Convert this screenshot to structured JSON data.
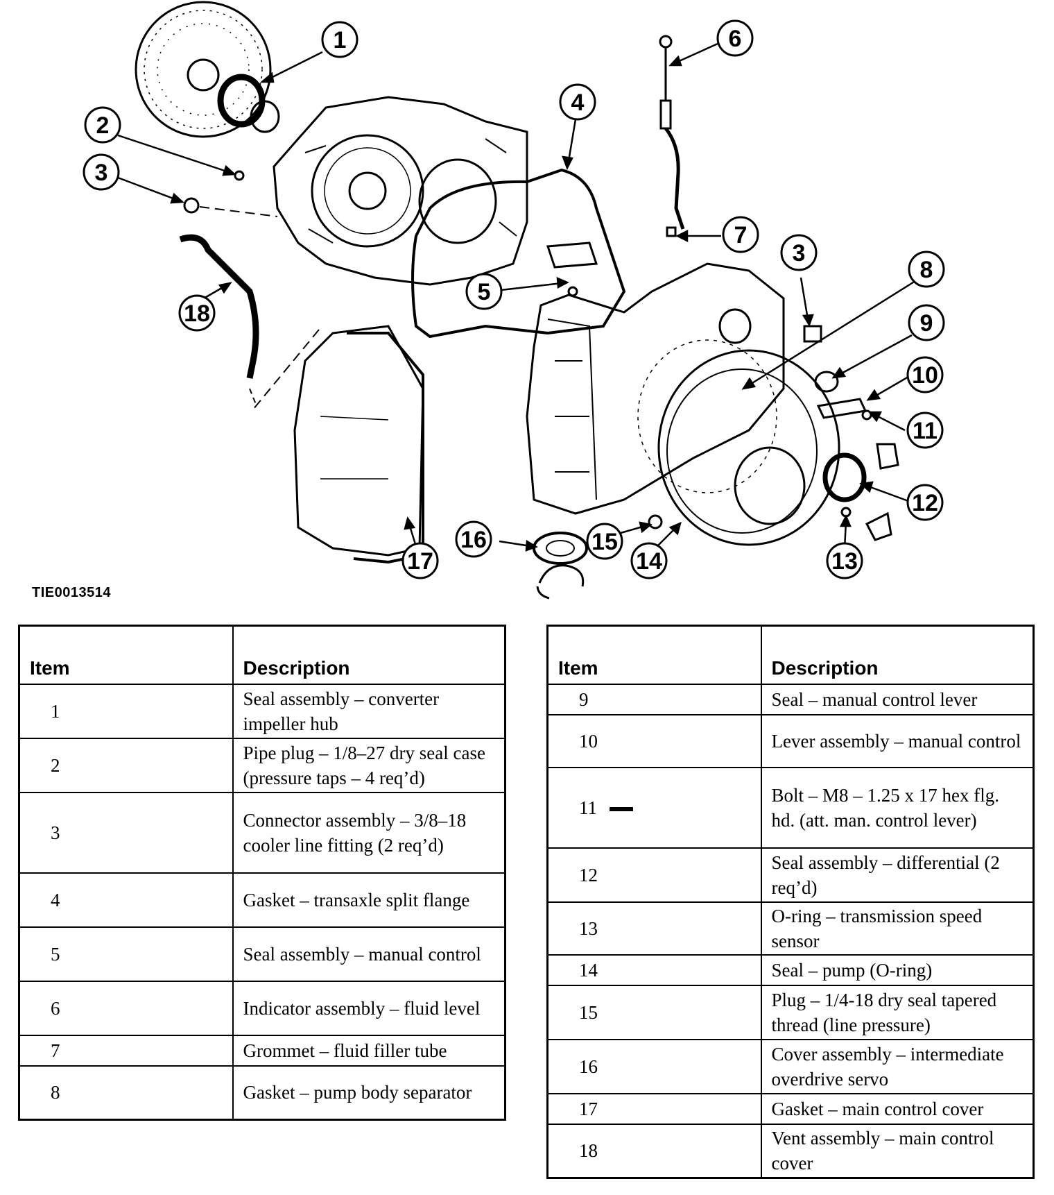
{
  "figure_id": "TIE0013514",
  "callouts": [
    {
      "n": "1"
    },
    {
      "n": "2"
    },
    {
      "n": "3"
    },
    {
      "n": "4"
    },
    {
      "n": "5"
    },
    {
      "n": "6"
    },
    {
      "n": "7"
    },
    {
      "n": "3"
    },
    {
      "n": "8"
    },
    {
      "n": "9"
    },
    {
      "n": "10"
    },
    {
      "n": "11"
    },
    {
      "n": "12"
    },
    {
      "n": "13"
    },
    {
      "n": "14"
    },
    {
      "n": "15"
    },
    {
      "n": "16"
    },
    {
      "n": "17"
    },
    {
      "n": "18"
    }
  ],
  "tables": {
    "header_item": "Item",
    "header_description": "Description",
    "left_rows": [
      {
        "item": "1",
        "description": "Seal assembly – converter impeller hub"
      },
      {
        "item": "2",
        "description": "Pipe plug – 1/8–27 dry seal case (pressure taps – 4 req’d)"
      },
      {
        "item": "3",
        "description": "Connector assembly – 3/8–18 cooler line fitting (2 req’d)"
      },
      {
        "item": "4",
        "description": "Gasket – transaxle split flange"
      },
      {
        "item": "5",
        "description": "Seal assembly – manual control"
      },
      {
        "item": "6",
        "description": "Indicator assembly – fluid level"
      },
      {
        "item": "7",
        "description": "Grommet – fluid filler tube"
      },
      {
        "item": "8",
        "description": "Gasket – pump body separator"
      }
    ],
    "right_rows": [
      {
        "item": "9",
        "description": "Seal – manual control lever"
      },
      {
        "item": "10",
        "description": "Lever assembly – manual control"
      },
      {
        "item": "11",
        "description": "Bolt – M8 – 1.25 x 17 hex flg. hd. (att. man. control lever)",
        "marker": true
      },
      {
        "item": "12",
        "description": "Seal assembly – differential (2 req’d)"
      },
      {
        "item": "13",
        "description": "O-ring – transmission speed sensor"
      },
      {
        "item": "14",
        "description": "Seal – pump (O-ring)"
      },
      {
        "item": "15",
        "description": "Plug – 1/4-18 dry seal tapered thread (line pressure)"
      },
      {
        "item": "16",
        "description": "Cover assembly – intermediate overdrive servo"
      },
      {
        "item": "17",
        "description": "Gasket – main control cover"
      },
      {
        "item": "18",
        "description": "Vent assembly – main control cover"
      }
    ]
  }
}
